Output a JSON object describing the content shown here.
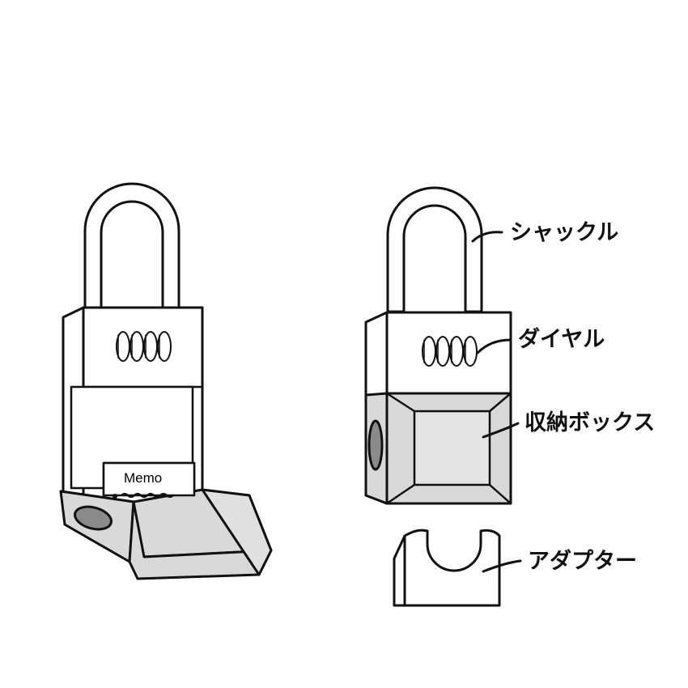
{
  "labels": {
    "shackle": "シャックル",
    "dial": "ダイヤル",
    "storage_box": "収納ボックス",
    "adapter": "アダプター"
  },
  "memo": {
    "text": "Memo"
  },
  "colors": {
    "outline": "#111111",
    "body_fill": "#ffffff",
    "box_fill": "#d9d9d9",
    "box_inner": "#e4e4e4",
    "hole_fill": "#8a8a8a"
  }
}
